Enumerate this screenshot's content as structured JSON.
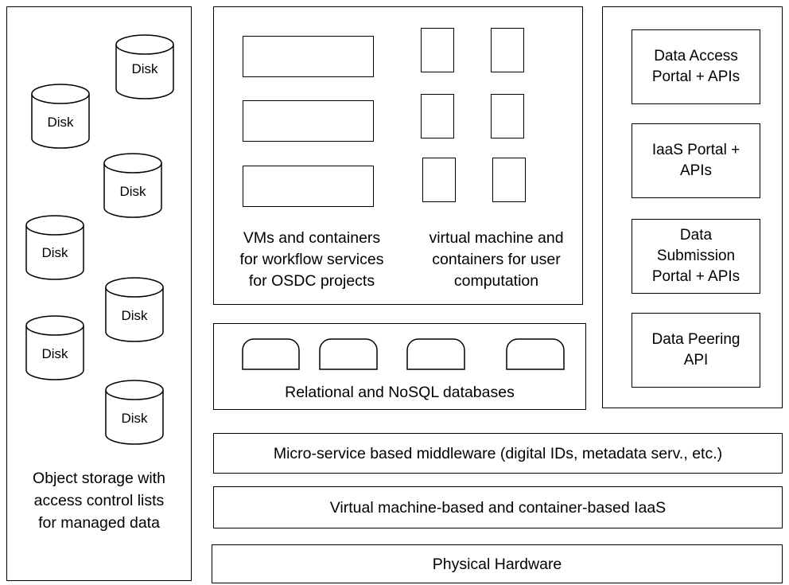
{
  "object_storage": {
    "disk_label": "Disk",
    "caption": "Object storage with\naccess control lists\nfor managed data"
  },
  "compute": {
    "workflow_caption": "VMs and containers\nfor workflow services\nfor OSDC projects",
    "user_caption": "virtual machine and\ncontainers for user\ncomputation"
  },
  "databases": {
    "caption": "Relational and NoSQL databases"
  },
  "portals": [
    {
      "label": "Data Access\nPortal + APIs"
    },
    {
      "label": "IaaS Portal +\nAPIs"
    },
    {
      "label": "Data\nSubmission\nPortal + APIs"
    },
    {
      "label": "Data Peering\nAPI"
    }
  ],
  "layers": {
    "middleware": "Micro-service based middleware (digital IDs, metadata serv., etc.)",
    "iaas": "Virtual machine-based and container-based IaaS",
    "hardware": "Physical Hardware"
  }
}
